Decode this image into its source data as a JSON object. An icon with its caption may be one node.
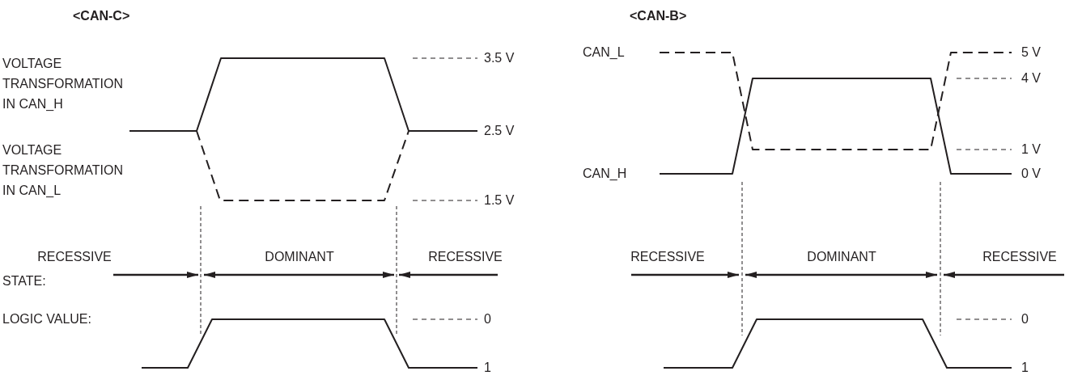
{
  "diagram": {
    "labels": [
      "<CAN-C>",
      "<CAN-B>",
      "VOLTAGE TRANSFORMATION IN CAN_H",
      "3.5 V",
      "CAN_L",
      "5 V",
      "4 V",
      "2.5 V",
      "VOLTAGE TRANSFORMATION IN CAN_L",
      "1 V",
      "CAN_H",
      "0 V",
      "1.5 V",
      "RECESSIVE",
      "DOMINANT",
      "RECESSIVE",
      "RECESSIVE",
      "DOMINANT",
      "RECESSIVE",
      "STATE:",
      "LOGIC VALUE:",
      "0",
      "0",
      "1",
      "1"
    ]
  }
}
